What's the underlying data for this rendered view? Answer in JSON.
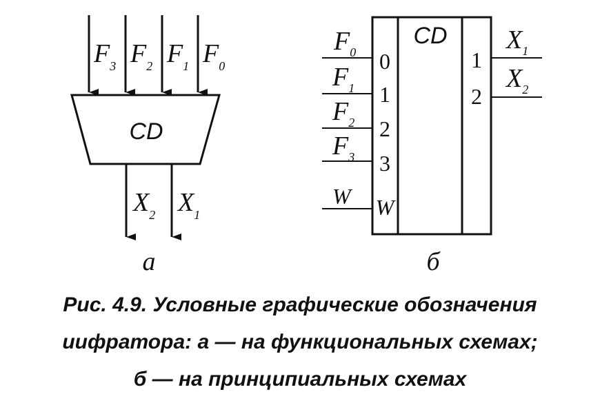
{
  "diagram": {
    "part_a": {
      "inputs": [
        {
          "letter": "F",
          "sub": "3"
        },
        {
          "letter": "F",
          "sub": "2"
        },
        {
          "letter": "F",
          "sub": "1"
        },
        {
          "letter": "F",
          "sub": "0"
        }
      ],
      "block_label": "CD",
      "outputs": [
        {
          "letter": "X",
          "sub": "2"
        },
        {
          "letter": "X",
          "sub": "1"
        }
      ],
      "part_label": "а"
    },
    "part_b": {
      "inputs": [
        {
          "letter": "F",
          "sub": "0",
          "pin": "0"
        },
        {
          "letter": "F",
          "sub": "1",
          "pin": "1"
        },
        {
          "letter": "F",
          "sub": "2",
          "pin": "2"
        },
        {
          "letter": "F",
          "sub": "3",
          "pin": "3"
        }
      ],
      "enable": {
        "label": "W",
        "pin": "W"
      },
      "block_label": "CD",
      "outputs": [
        {
          "letter": "X",
          "sub": "1",
          "pin": "1"
        },
        {
          "letter": "X",
          "sub": "2",
          "pin": "2"
        }
      ],
      "part_label": "б"
    }
  },
  "caption": {
    "line1": "Рис. 4.9. Условные графические обозначения",
    "line2": "иифратора: а — на функциональных схемах;",
    "line3": "б — на принципиальных схемах"
  }
}
